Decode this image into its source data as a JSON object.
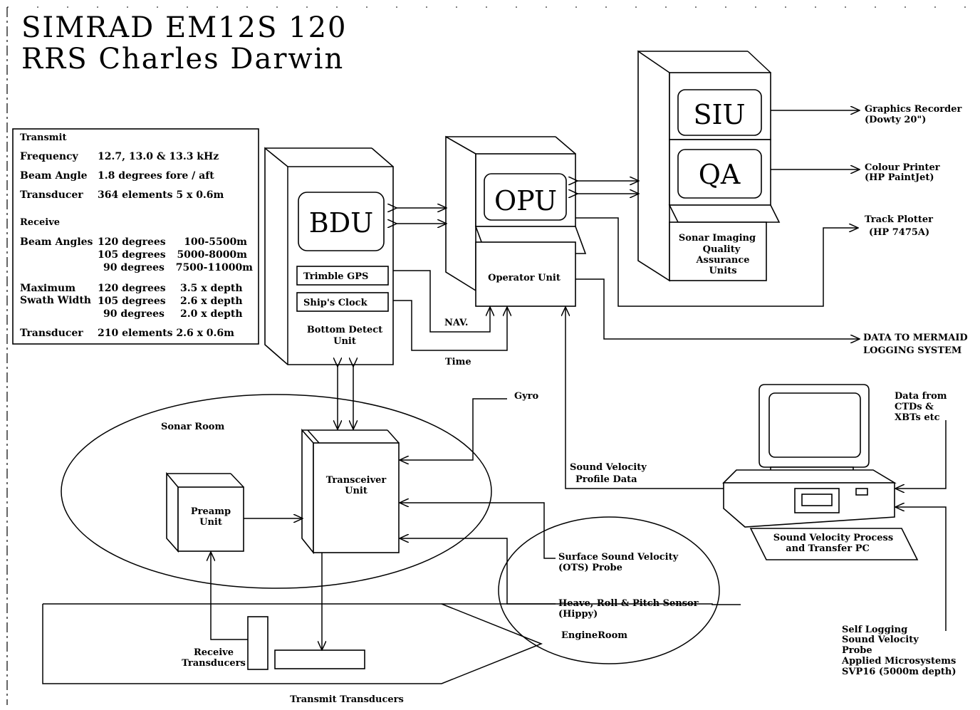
{
  "title": {
    "line1": "SIMRAD EM12S 120",
    "line2": "RRS Charles Darwin"
  },
  "specs": {
    "transmit_heading": "Transmit",
    "transmit": [
      {
        "label": "Frequency",
        "value": "12.7, 13.0 & 13.3 kHz"
      },
      {
        "label": "Beam Angle",
        "value": "1.8 degrees fore / aft"
      },
      {
        "label": "Transducer",
        "value": "364 elements 5 x 0.6m"
      }
    ],
    "receive_heading": "Receive",
    "beam_angles_label": "Beam Angles",
    "beam_angles": [
      {
        "angle": "120 degrees",
        "range": "100-5500m"
      },
      {
        "angle": "105 degrees",
        "range": "5000-8000m"
      },
      {
        "angle": "90 degrees",
        "range": "7500-11000m"
      }
    ],
    "swath_label_1": "Maximum",
    "swath_label_2": "Swath Width",
    "swath": [
      {
        "angle": "120 degrees",
        "width": "3.5 x depth"
      },
      {
        "angle": "105 degrees",
        "width": "2.6 x depth"
      },
      {
        "angle": "90 degrees",
        "width": "2.0 x depth"
      }
    ],
    "receive_transducer_label": "Transducer",
    "receive_transducer_value": "210 elements 2.6 x 0.6m"
  },
  "units": {
    "bdu": {
      "screen": "BDU",
      "gps": "Trimble GPS",
      "clock": "Ship's Clock",
      "label_1": "Bottom Detect",
      "label_2": "Unit"
    },
    "opu": {
      "screen": "OPU",
      "label": "Operator Unit"
    },
    "siu": {
      "screen": "SIU"
    },
    "qa": {
      "screen": "QA"
    },
    "sonar_imaging": [
      "Sonar Imaging",
      "Quality",
      "Assurance",
      "Units"
    ],
    "transceiver": [
      "Transceiver",
      "Unit"
    ],
    "preamp": [
      "Preamp",
      "Unit"
    ],
    "pc": [
      "Sound Velocity Process",
      "and Transfer PC"
    ]
  },
  "labels": {
    "nav": "NAV.",
    "time": "Time",
    "gyro": "Gyro",
    "sonar_room": "Sonar Room",
    "engine_room": "EngineRoom",
    "sv_profile_1": "Sound Velocity",
    "sv_profile_2": "Profile Data",
    "surface_sv_1": "Surface Sound Velocity",
    "surface_sv_2": "(OTS) Probe",
    "heave_1": "Heave, Roll & Pitch Sensor",
    "heave_2": "(Hippy)",
    "receive_transducers_1": "Receive",
    "receive_transducers_2": "Transducers",
    "transmit_transducers": "Transmit Transducers",
    "data_from": [
      "Data from",
      "CTDs &",
      "XBTs etc"
    ],
    "self_logging": [
      "Self Logging",
      "Sound Velocity",
      "Probe",
      "Applied Microsystems",
      "SVP16 (5000m depth)"
    ]
  },
  "outputs": {
    "graphics_1": "Graphics Recorder",
    "graphics_2": "(Dowty 20\")",
    "colour_1": "Colour Printer",
    "colour_2": "(HP PaintJet)",
    "track_1": "Track Plotter",
    "track_2": "(HP 7475A)",
    "mermaid_1": "DATA TO MERMAID",
    "mermaid_2": "LOGGING SYSTEM"
  }
}
